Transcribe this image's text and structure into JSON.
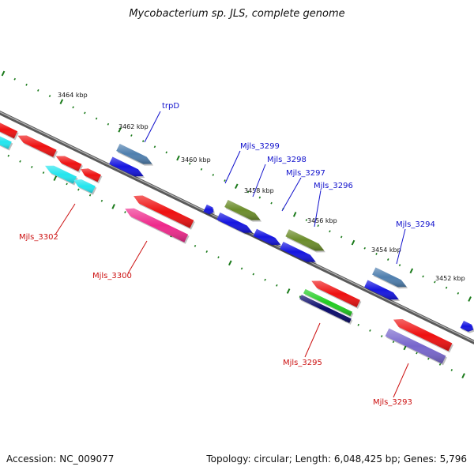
{
  "title": "Mycobacterium sp. JLS, complete genome",
  "footer": {
    "accession": "Accession: NC_009077",
    "summary": "Topology: circular; Length: 6,048,425 bp; Genes: 5,796"
  },
  "scale_labels": [
    "3464 kbp",
    "3462 kbp",
    "3460 kbp",
    "3458 kbp",
    "3456 kbp",
    "3454 kbp",
    "3452 kbp"
  ],
  "gene_labels": {
    "trpD": "trpD",
    "mjls3299": "Mjls_3299",
    "mjls3298": "Mjls_3298",
    "mjls3297": "Mjls_3297",
    "mjls3296": "Mjls_3296",
    "mjls3294": "Mjls_3294",
    "mjls3302": "Mjls_3302",
    "mjls3300": "Mjls_3300",
    "mjls3295": "Mjls_3295",
    "mjls3293": "Mjls_3293"
  },
  "colors": {
    "backbone": "#808080",
    "tick_dot": "#1a7a1a",
    "forward_label": "#1010cc",
    "reverse_label": "#cc1010",
    "red": "#ee1111",
    "blue": "#1515e0",
    "steel_blue": "#4f7fae",
    "olive": "#6b8c2a",
    "cyan": "#22e5ee",
    "magenta": "#ee2a8c",
    "green": "#22cc22",
    "navy": "#0a0a6a",
    "lavender": "#7766cc"
  }
}
